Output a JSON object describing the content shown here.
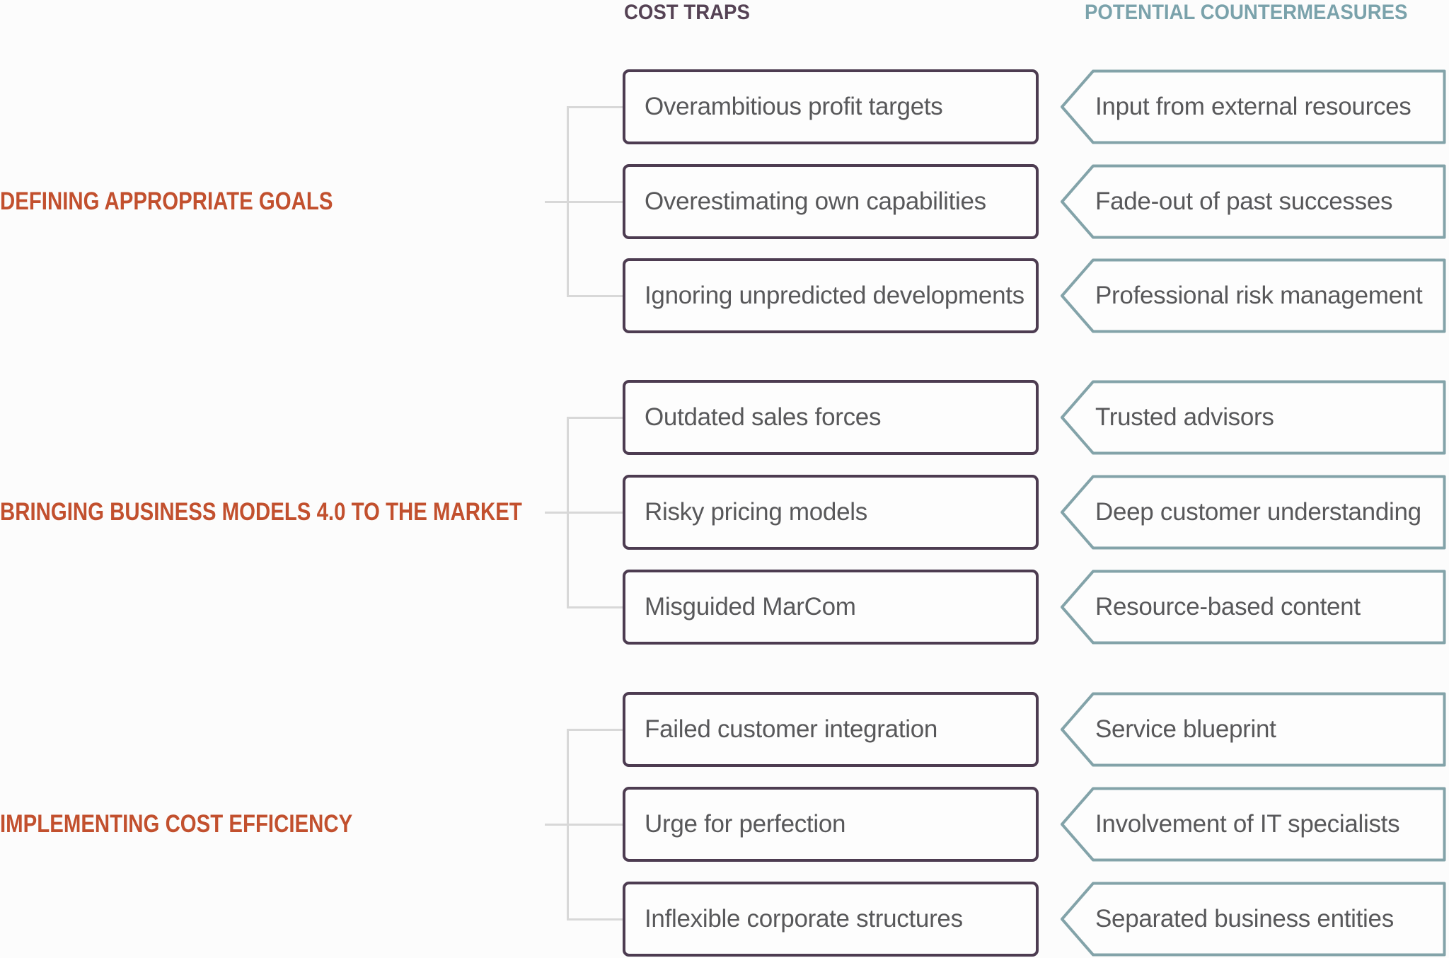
{
  "headers": {
    "cost_traps": "COST TRAPS",
    "countermeasures": "POTENTIAL COUNTERMEASURES"
  },
  "colors": {
    "category_accent": "#c2502e",
    "trap_border": "#4d3c51",
    "trap_header_text": "#554254",
    "countermeasure_border": "#83a3a9",
    "countermeasure_header_text": "#7aa2ab",
    "body_text": "#58585a",
    "connector": "#d8d8d8",
    "background": "#fcfcfc",
    "box_fill": "#fdfdfd"
  },
  "groups": [
    {
      "label": "DEFINING APPROPRIATE GOALS",
      "rows": [
        {
          "trap": "Overambitious profit targets",
          "countermeasure": "Input from external resources"
        },
        {
          "trap": "Overestimating own capabilities",
          "countermeasure": "Fade-out of past successes"
        },
        {
          "trap": "Ignoring unpredicted developments",
          "countermeasure": "Professional risk management"
        }
      ]
    },
    {
      "label": "BRINGING BUSINESS MODELS 4.0 TO THE MARKET",
      "rows": [
        {
          "trap": "Outdated sales forces",
          "countermeasure": "Trusted advisors"
        },
        {
          "trap": "Risky pricing models",
          "countermeasure": "Deep customer understanding"
        },
        {
          "trap": "Misguided MarCom",
          "countermeasure": "Resource-based content"
        }
      ]
    },
    {
      "label": "IMPLEMENTING COST EFFICIENCY",
      "rows": [
        {
          "trap": "Failed customer integration",
          "countermeasure": "Service blueprint"
        },
        {
          "trap": "Urge for perfection",
          "countermeasure": "Involvement of IT specialists"
        },
        {
          "trap": "Inflexible corporate structures",
          "countermeasure": "Separated business entities"
        }
      ]
    }
  ]
}
